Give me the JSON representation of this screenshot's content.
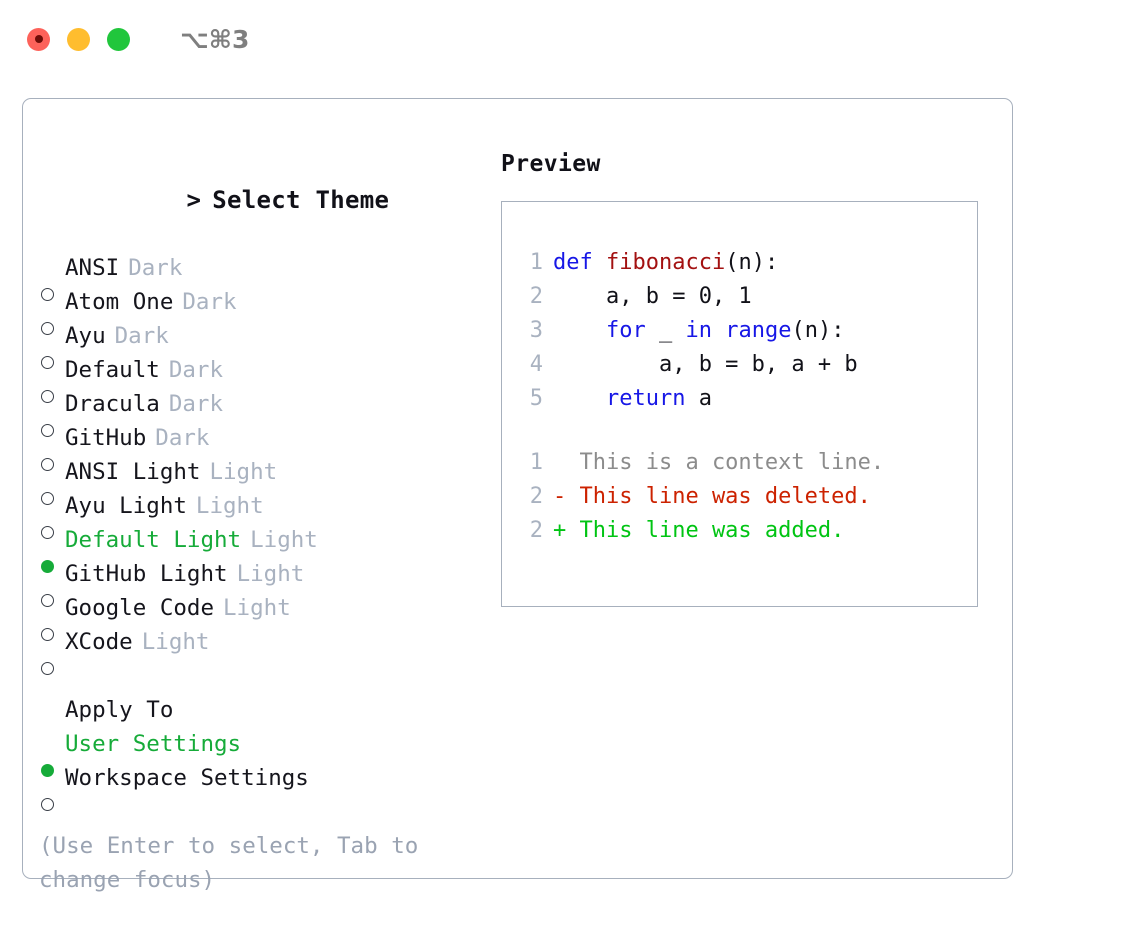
{
  "titlebar": {
    "shortcut": "⌥⌘3",
    "buttons": [
      "close",
      "minimize",
      "zoom"
    ]
  },
  "theme_list": {
    "header": "Select Theme",
    "caret": ">",
    "marker_selected": "●",
    "marker_unselected": "○",
    "items": [
      {
        "name": "ANSI",
        "category": "Dark",
        "selected": false
      },
      {
        "name": "Atom One",
        "category": "Dark",
        "selected": false
      },
      {
        "name": "Ayu",
        "category": "Dark",
        "selected": false
      },
      {
        "name": "Default",
        "category": "Dark",
        "selected": false
      },
      {
        "name": "Dracula",
        "category": "Dark",
        "selected": false
      },
      {
        "name": "GitHub",
        "category": "Dark",
        "selected": false
      },
      {
        "name": "ANSI Light",
        "category": "Light",
        "selected": false
      },
      {
        "name": "Ayu Light",
        "category": "Light",
        "selected": false
      },
      {
        "name": "Default Light",
        "category": "Light",
        "selected": true
      },
      {
        "name": "GitHub Light",
        "category": "Light",
        "selected": false
      },
      {
        "name": "Google Code",
        "category": "Light",
        "selected": false
      },
      {
        "name": "XCode",
        "category": "Light",
        "selected": false
      }
    ]
  },
  "apply_to": {
    "heading": "Apply To",
    "items": [
      {
        "name": "User Settings",
        "selected": true
      },
      {
        "name": "Workspace Settings",
        "selected": false
      }
    ]
  },
  "hint": "(Use Enter to select, Tab to change focus)",
  "preview": {
    "title": "Preview",
    "code_lines": [
      {
        "num": "1",
        "tokens": [
          {
            "t": "def ",
            "c": "kw"
          },
          {
            "t": "fibonacci",
            "c": "fn"
          },
          {
            "t": "(n):",
            "c": "plain"
          }
        ]
      },
      {
        "num": "2",
        "tokens": [
          {
            "t": "    a, b = 0, 1",
            "c": "plain"
          }
        ]
      },
      {
        "num": "3",
        "tokens": [
          {
            "t": "    ",
            "c": "plain"
          },
          {
            "t": "for",
            "c": "kw"
          },
          {
            "t": " _ ",
            "c": "plain"
          },
          {
            "t": "in",
            "c": "kw"
          },
          {
            "t": " ",
            "c": "plain"
          },
          {
            "t": "range",
            "c": "kw"
          },
          {
            "t": "(n):",
            "c": "plain"
          }
        ]
      },
      {
        "num": "4",
        "tokens": [
          {
            "t": "        a, b = b, a + b",
            "c": "plain"
          }
        ]
      },
      {
        "num": "5",
        "tokens": [
          {
            "t": "    ",
            "c": "plain"
          },
          {
            "t": "return",
            "c": "kw"
          },
          {
            "t": " a",
            "c": "plain"
          }
        ]
      }
    ],
    "diff_lines": [
      {
        "num": "1",
        "text": "  This is a context line.",
        "kind": "context"
      },
      {
        "num": "2",
        "text": "- This line was deleted.",
        "kind": "deleted"
      },
      {
        "num": "2",
        "text": "+ This line was added.",
        "kind": "added"
      }
    ]
  },
  "colors": {
    "accent_green": "#16ab39",
    "muted": "#a9b2c0",
    "border": "#a7b0bd",
    "keyword": "#1717e6",
    "function": "#a31111",
    "diff_deleted": "#cc2200",
    "diff_added": "#00c413",
    "diff_context": "#8c8c8c",
    "traffic_red": "#fd625a",
    "traffic_yellow": "#ffbd2e",
    "traffic_green": "#21c63c"
  }
}
